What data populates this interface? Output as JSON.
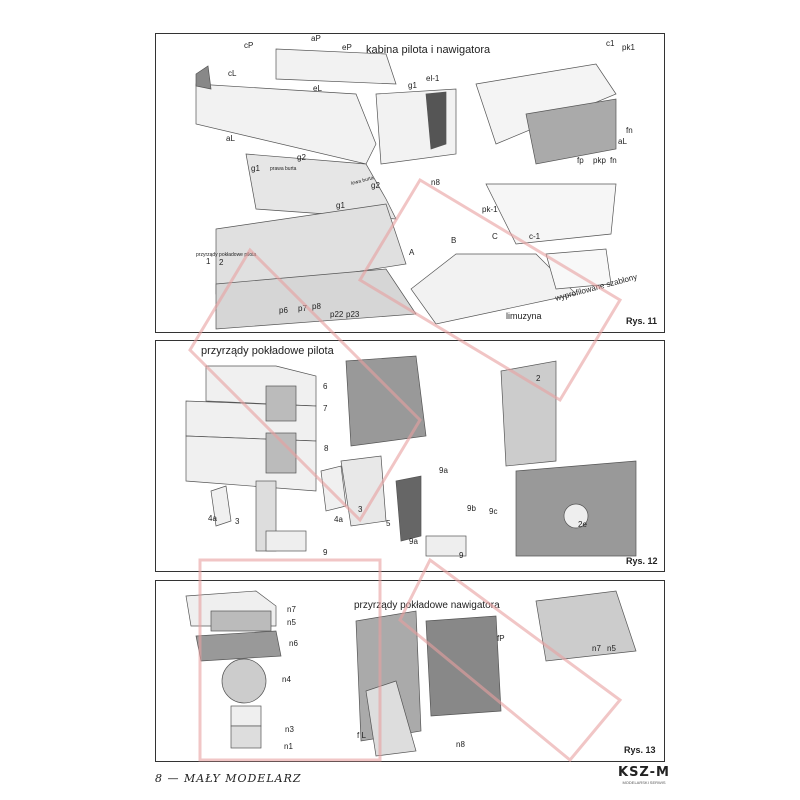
{
  "panel1": {
    "title": "kabina pilota i nawigatora",
    "figure": "Rys. 11",
    "labels": [
      "cP",
      "aP",
      "eP",
      "cL",
      "eL",
      "aL",
      "g1",
      "el-1",
      "c1",
      "pk1",
      "fn",
      "aL",
      "fp",
      "pkp",
      "fn",
      "n8",
      "g1",
      "prawa burta",
      "g2",
      "g2",
      "lewa burta",
      "g1",
      "pk-1",
      "c-1",
      "A",
      "B",
      "C",
      "wyprofilowane szablony",
      "limuzyna",
      "przyrządy pokładowe pilota",
      "1",
      "2",
      "p6",
      "p7",
      "p8",
      "p22",
      "p23"
    ]
  },
  "panel2": {
    "title": "przyrządy pokładowe pilota",
    "figure": "Rys. 12",
    "labels": [
      "6",
      "7",
      "8",
      "4a",
      "3",
      "4a",
      "3",
      "5",
      "9a",
      "9",
      "9",
      "9a",
      "9b",
      "9c",
      "2",
      "2e"
    ]
  },
  "panel3": {
    "title": "przyrządy pokładowe nawigatora",
    "figure": "Rys. 13",
    "labels": [
      "n7",
      "n5",
      "n6",
      "n4",
      "n3",
      "n1",
      "fP",
      "f L",
      "n8",
      "n7",
      "n5"
    ]
  },
  "footer": {
    "page": "8 — MAŁY MODELARZ",
    "logo": "KSZ-M",
    "logo_sub": "MODELARSKI SERWIS"
  },
  "colors": {
    "watermark": "#e8a0a0",
    "line": "#333333",
    "shade": "#9a9a9a"
  }
}
